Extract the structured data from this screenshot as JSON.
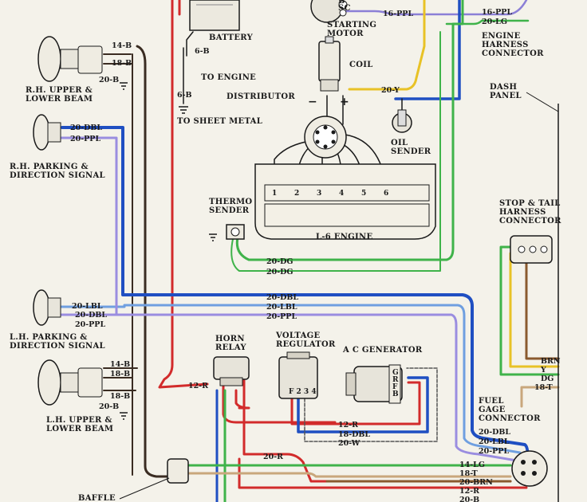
{
  "labels": {
    "battery": "BATTERY",
    "to_engine": "TO ENGINE",
    "to_sheet_metal": "TO SHEET METAL",
    "starting_motor": "STARTING\nMOTOR",
    "engine_harness_connector": "ENGINE\nHARNESS\nCONNECTOR",
    "dash_panel": "DASH\nPANEL",
    "coil": "COIL",
    "distributor": "DISTRIBUTOR",
    "oil_sender": "OIL\nSENDER",
    "rh_upper_lower_beam": "R.H. UPPER &\nLOWER BEAM",
    "rh_parking_direction": "R.H. PARKING &\nDIRECTION SIGNAL",
    "lh_parking_direction": "L.H. PARKING &\nDIRECTION SIGNAL",
    "lh_upper_lower_beam": "L.H. UPPER &\nLOWER BEAM",
    "thermo_sender": "THERMO\nSENDER",
    "l6_engine": "L-6 ENGINE",
    "stop_tail_harness": "STOP & TAIL\nHARNESS\nCONNECTOR",
    "horn_relay": "HORN\nRELAY",
    "voltage_regulator": "VOLTAGE\nREGULATOR",
    "ac_generator": "A C GENERATOR",
    "fuel_gage_connector": "FUEL\nGAGE\nCONNECTOR",
    "baffle": "BAFFLE",
    "starter_terminals": "B\nSC",
    "regulator_terminals": "F 2 3 4",
    "generator_terminals": "G\nR\nF\nB",
    "minus": "−",
    "plus": "+"
  },
  "cylinders": [
    "1",
    "2",
    "3",
    "4",
    "5",
    "6"
  ],
  "wire_labels": {
    "w_6b_top": "6-B",
    "w_6b_bottom": "6-B",
    "w_16ppl_a": "16-PPL",
    "w_16ppl_b": "16-PPL",
    "w_20lg_top": "20-LG",
    "w_20y": "20-Y",
    "w_14b_rh": "14-B",
    "w_18b_rh": "18-B",
    "w_20b_rh": "20-B",
    "w_20dbl_rh": "20-DBL",
    "w_20ppl_rh": "20-PPL",
    "w_20dg_a": "20-DG",
    "w_20dg_b": "20-DG",
    "w_20dbl_mid": "20-DBL",
    "w_20lbl_mid": "20-LBL",
    "w_20ppl_mid": "20-PPL",
    "w_20lbl_lh": "20-LBL",
    "w_20dbl_lh": "20-DBL",
    "w_20ppl_lh": "20-PPL",
    "w_14b_lh": "14-B",
    "w_18b_lh1": "18-B",
    "w_18b_lh2": "18-B",
    "w_20b_lh": "20-B",
    "w_12r_horn": "12-R",
    "w_12r_reg": "12-R",
    "w_18dbl": "18-DBL",
    "w_20w": "20-W",
    "w_20r": "20-R",
    "w_20dbl_fuel": "20-DBL",
    "w_20lbl_fuel": "20-LBL",
    "w_20ppl_fuel": "20-PPL",
    "w_14lg": "14-LG",
    "w_18t_a": "18-T",
    "w_20brn_a": "20-BRN",
    "w_12r_b": "12-R",
    "w_20b_b": "20-B",
    "w_brn": "BRN",
    "w_y": "Y",
    "w_dg": "DG",
    "w_18t_b": "18-T"
  }
}
